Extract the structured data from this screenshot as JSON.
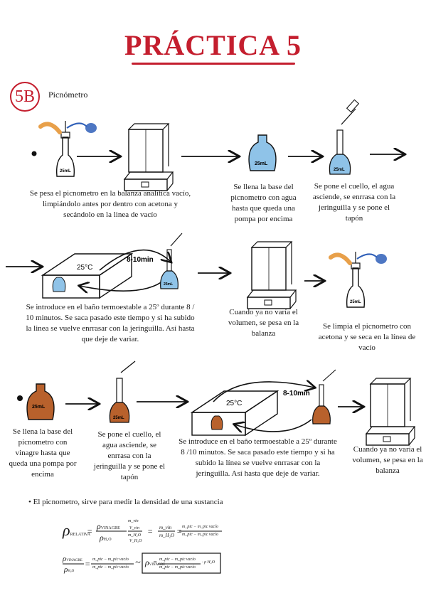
{
  "title": "PRÁCTICA 5",
  "section": {
    "badge": "5B",
    "label": "Picnómetro"
  },
  "row1": {
    "cap1": "Se pesa el picnometro en la balanza analitica vacío, limpiándolo antes por dentro con acetona y secándolo en la linea de vacío",
    "cap2": "Se llena la base del picnometro con agua hasta que queda una pompa por encima",
    "cap3": "Se pone el cuello, el agua asciende, se enrrasa con la jeringuilla y se pone el tapón"
  },
  "row2": {
    "cap1": "Se introduce en el baño termoestable a 25º durante 8 / 10 minutos. Se saca pasado este tiempo y si ha subido la linea se vuelve enrrasar con la jeringuilla. Así hasta que deje de variar.",
    "cap2": "Cuando ya no varía el volumen, se pesa en la balanza",
    "cap3": "Se limpia el picnometro con acetona y se seca en la línea de vacío"
  },
  "row3": {
    "cap1": "Se llena la base del picnometro con vinagre hasta que queda una pompa por encima",
    "cap2": "Se pone el cuello, el agua asciende, se enrrasa con la jeringuilla y se pone el tapón",
    "cap3": "Se introduce en el baño termoestable a 25º durante 8 /10 minutos. Se saca pasado este tiempo y si ha subido la línea se vuelve enrrasar con la jeringuilla. Así hasta que deje de variar.",
    "cap4": "Cuando ya no varía el volumen, se pesa en la balanza"
  },
  "labels": {
    "vol": "25mL",
    "temp": "25°C",
    "time": "8-10min"
  },
  "note": "• El picnometro, sirve para medir la densidad de una sustancia",
  "formula": {
    "rho_rel": "ρ",
    "sub_rel": "RELATIVA",
    "sub_vin": "VINAGRE",
    "sub_h2o": "H₂O",
    "m_vin": "m_vin",
    "v_vin": "V_vin",
    "m_h2o": "m_H₂O",
    "v_h2o": "V_H₂O",
    "num": "m_pic − m_pic vacío",
    "equals": "=",
    "approx": "~",
    "mul": "· ρ H₂O"
  },
  "colors": {
    "accent": "#c41e2e",
    "water": "#8fc3e8",
    "vinegar": "#b8612c",
    "glove": "#e8a04a",
    "bulb": "#2f5fb8"
  }
}
